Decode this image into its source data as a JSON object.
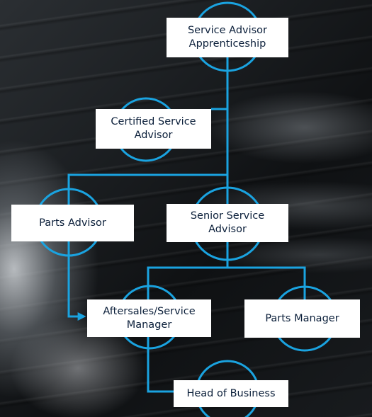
{
  "diagram": {
    "line_color": "#1aa3e0",
    "box_color": "#ffffff",
    "text_color": "#0b1f3a",
    "nodes": [
      {
        "id": "apprenticeship",
        "label": "Service Advisor\nApprenticeship"
      },
      {
        "id": "certified",
        "label": "Certified Service\nAdvisor"
      },
      {
        "id": "parts-advisor",
        "label": "Parts Advisor"
      },
      {
        "id": "senior",
        "label": "Senior Service\nAdvisor"
      },
      {
        "id": "aftersales",
        "label": "Aftersales/Service\nManager"
      },
      {
        "id": "parts-manager",
        "label": "Parts Manager"
      },
      {
        "id": "head",
        "label": "Head of Business"
      }
    ],
    "edges": [
      {
        "from": "apprenticeship",
        "to": "certified"
      },
      {
        "from": "apprenticeship",
        "to": "parts-advisor"
      },
      {
        "from": "apprenticeship",
        "to": "senior"
      },
      {
        "from": "senior",
        "to": "aftersales"
      },
      {
        "from": "senior",
        "to": "parts-manager"
      },
      {
        "from": "parts-advisor",
        "to": "aftersales",
        "arrow": true
      },
      {
        "from": "aftersales",
        "to": "head"
      }
    ]
  }
}
